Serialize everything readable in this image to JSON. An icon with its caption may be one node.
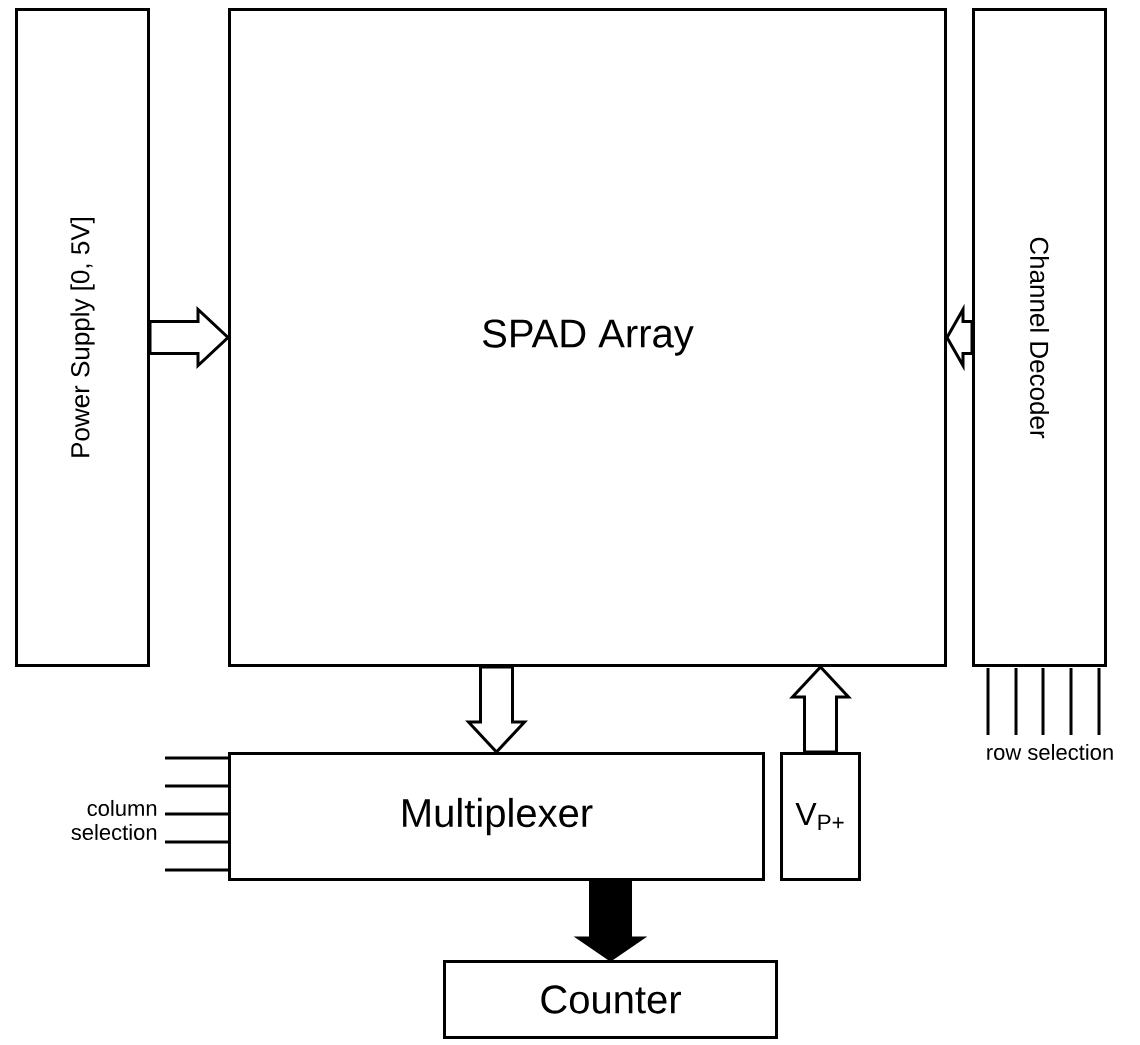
{
  "diagram": {
    "nodes": [
      {
        "text": [
          "Power Supply [0, 5V]"
        ]
      },
      {
        "text": [
          "SPAD Array"
        ]
      },
      {
        "text": [
          "Channel Decoder"
        ]
      },
      {
        "text": [
          "Multiplexer"
        ]
      },
      {
        "text": [
          "V$_{P+}$"
        ]
      },
      {
        "text": [
          "Counter"
        ]
      }
    ],
    "edges": [
      {
        "from": 0,
        "to": 1,
        "arrow": "to"
      },
      {
        "from": 2,
        "to": 1,
        "arrow": "to"
      },
      {
        "from": 1,
        "to": 3,
        "arrow": "to"
      },
      {
        "from": 4,
        "to": 1,
        "arrow": "to"
      },
      {
        "from": 3,
        "to": 5,
        "arrow": "to",
        "style": "thick"
      }
    ],
    "labels": [
      "column selection",
      "row selection"
    ]
  }
}
